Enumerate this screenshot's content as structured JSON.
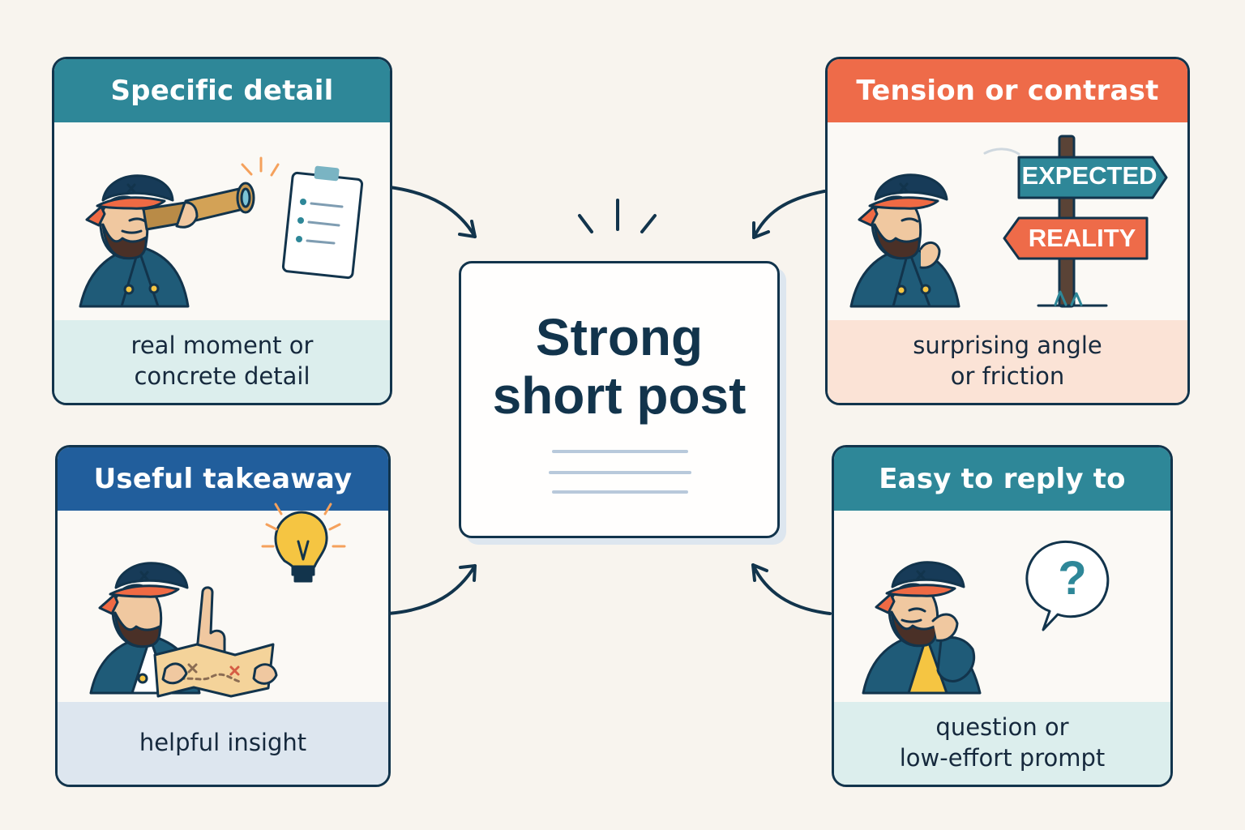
{
  "center": {
    "title_line1": "Strong",
    "title_line2": "short post"
  },
  "panels": {
    "specific_detail": {
      "title": "Specific detail",
      "footer_line1": "real moment or",
      "footer_line2": "concrete detail"
    },
    "tension_contrast": {
      "title": "Tension or contrast",
      "sign_top": "EXPECTED",
      "sign_bottom": "REALITY",
      "footer_line1": "surprising angle",
      "footer_line2": "or friction"
    },
    "useful_takeaway": {
      "title": "Useful takeaway",
      "footer_line1": "helpful insight"
    },
    "easy_reply": {
      "title": "Easy to reply to",
      "footer_line1": "question or",
      "footer_line2": "low-effort prompt"
    }
  },
  "icons": [
    "pirate-character",
    "spyglass-icon",
    "checklist-paper-icon",
    "signpost-icon",
    "lightbulb-icon",
    "treasure-map-icon",
    "speech-bubble-icon",
    "question-mark-icon",
    "arrow-icon",
    "spark-lines-icon"
  ],
  "colors": {
    "background": "#f8f4ee",
    "outline": "#12344c",
    "teal": "#2e8798",
    "coral": "#ee6b49",
    "blue": "#215e9c",
    "text_dark": "#12344c",
    "mint": "#dceeed",
    "peach": "#fbe3d6",
    "light_blue": "#dde6ef",
    "gold": "#f5c542"
  }
}
